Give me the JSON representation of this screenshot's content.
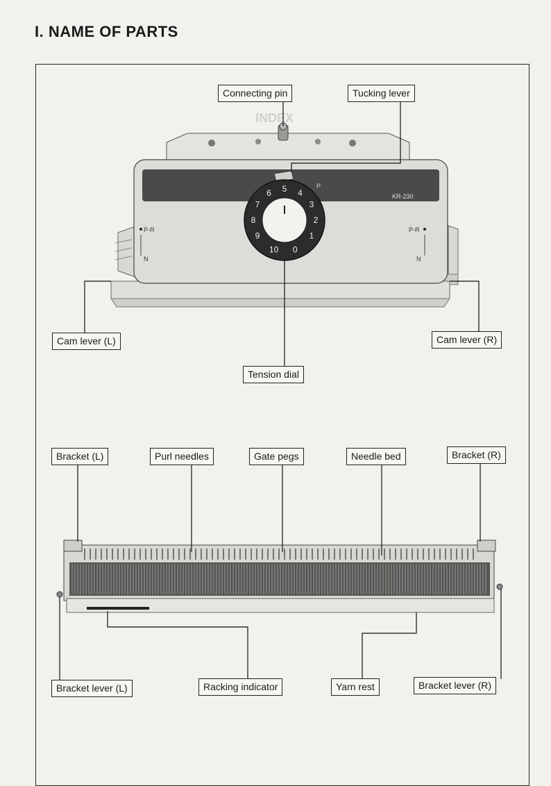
{
  "page": {
    "title": "I.  NAME OF PARTS"
  },
  "labels": {
    "connecting_pin": "Connecting pin",
    "tucking_lever": "Tucking lever",
    "cam_lever_l": "Cam lever (L)",
    "cam_lever_r": "Cam lever (R)",
    "tension_dial": "Tension dial",
    "bracket_l": "Bracket (L)",
    "purl_needles": "Purl needles",
    "gate_pegs": "Gate pegs",
    "needle_bed": "Needle bed",
    "bracket_r": "Bracket (R)",
    "bracket_lever_l": "Bracket lever (L)",
    "racking_indicator": "Racking indicator",
    "yarn_rest": "Yarn rest",
    "bracket_lever_r": "Bracket lever (R)"
  },
  "carriage": {
    "model": "KR-230",
    "dial_numbers": [
      "1",
      "2",
      "3",
      "4",
      "5",
      "6",
      "7",
      "8",
      "9",
      "10",
      "0"
    ],
    "mark_p": "P",
    "mark_pr_left": "P-R",
    "mark_n_left": "N",
    "mark_pr_right": "P-R",
    "mark_n_right": "N"
  },
  "show_through": {
    "heading": "INDEX"
  }
}
